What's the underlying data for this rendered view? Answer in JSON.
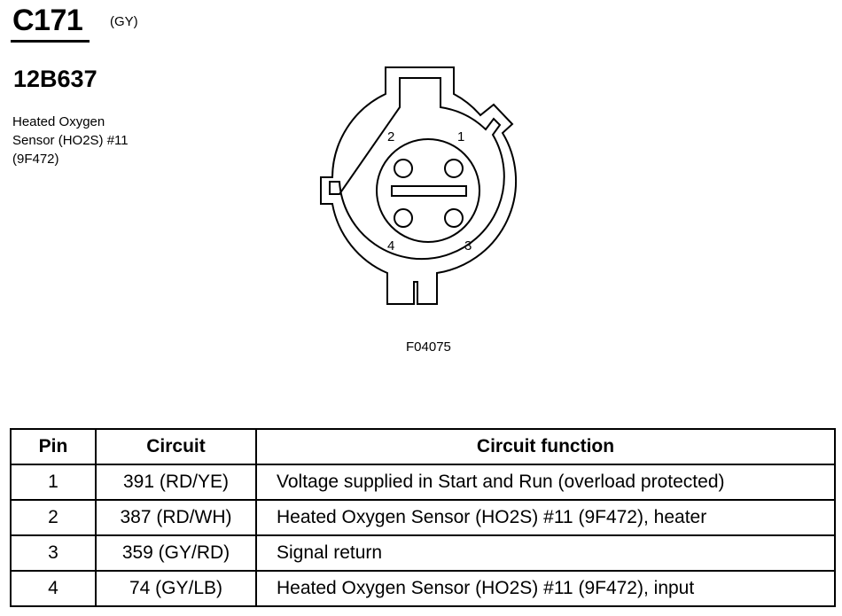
{
  "connector": {
    "id": "C171",
    "color": "(GY)",
    "part_number": "12B637",
    "description_lines": [
      "Heated Oxygen",
      "Sensor (HO2S) #11",
      "(9F472)"
    ]
  },
  "diagram": {
    "pin_labels": [
      "1",
      "2",
      "3",
      "4"
    ],
    "figure_code": "F04075"
  },
  "table": {
    "headers": [
      "Pin",
      "Circuit",
      "Circuit function"
    ],
    "rows": [
      {
        "pin": "1",
        "circuit": "391 (RD/YE)",
        "function": "Voltage supplied in Start and Run (overload protected)"
      },
      {
        "pin": "2",
        "circuit": "387 (RD/WH)",
        "function": "Heated Oxygen Sensor (HO2S) #11 (9F472), heater"
      },
      {
        "pin": "3",
        "circuit": "359 (GY/RD)",
        "function": "Signal return"
      },
      {
        "pin": "4",
        "circuit": "74 (GY/LB)",
        "function": "Heated Oxygen Sensor (HO2S) #11 (9F472), input"
      }
    ]
  }
}
